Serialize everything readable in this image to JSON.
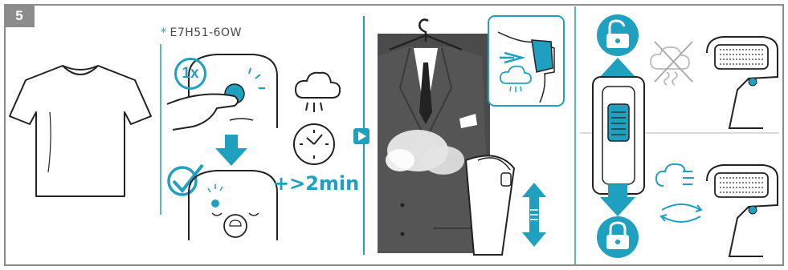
{
  "step": {
    "number": "5"
  },
  "model": {
    "code": "E7H51-6OW",
    "bullet": "*"
  },
  "press": {
    "count_label": "1x"
  },
  "timer": {
    "duration_label": "+>2min"
  },
  "colors": {
    "accent": "#1fa0bf",
    "frame": "#8c8c8c",
    "ink": "#222222",
    "suit": "#4b4b4b"
  },
  "icons": [
    "tshirt-icon",
    "steam-button-icon",
    "arrow-down-icon",
    "checkmark-icon",
    "steam-cloud-icon",
    "clock-icon",
    "play-arrow-icon",
    "hanger-icon",
    "suit-jacket",
    "steamer-head",
    "up-down-arrow-icon",
    "unlock-icon",
    "lock-icon",
    "lock-slider",
    "crossed-out-steam-icon",
    "steam-on-icon",
    "rotate-icon"
  ]
}
